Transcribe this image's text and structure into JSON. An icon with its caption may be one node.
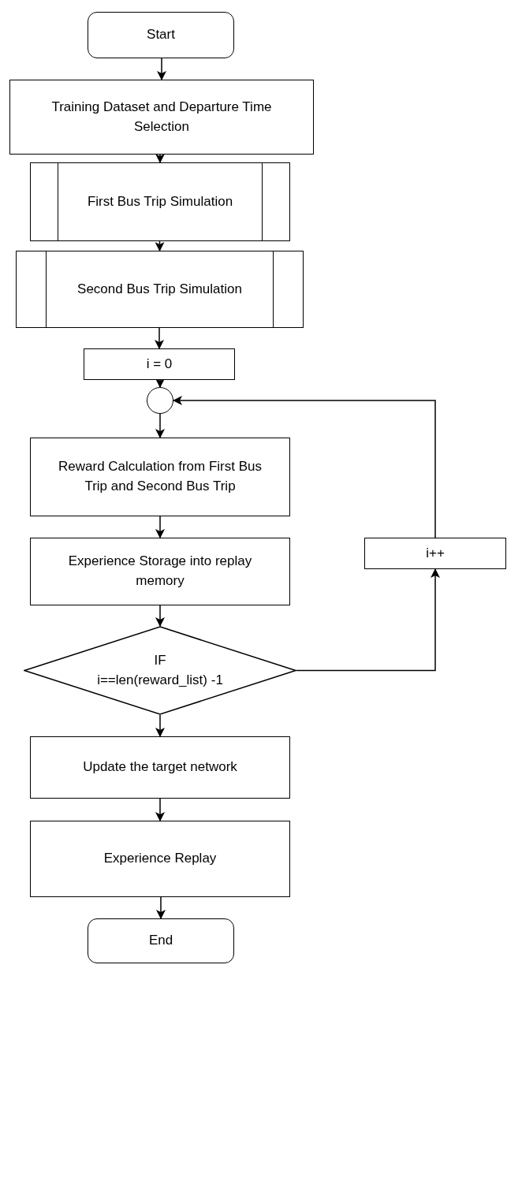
{
  "diagram": {
    "nodes": [
      {
        "text": [
          "Start"
        ]
      },
      {
        "text": [
          "Training Dataset and Departure Time Selection"
        ]
      },
      {
        "text": [
          "First Bus Trip Simulation"
        ]
      },
      {
        "text": [
          "Second Bus Trip Simulation"
        ]
      },
      {
        "text": [
          "i = 0"
        ]
      },
      {
        "text": [],
        "shape": "circle"
      },
      {
        "text": [
          "Reward Calculation from First Bus Trip and Second Bus Trip"
        ]
      },
      {
        "text": [
          "i++"
        ]
      },
      {
        "text": [
          "Experience Storage into replay memory"
        ]
      },
      {
        "text": [
          "IF",
          "i==len(reward_list) -1"
        ]
      },
      {
        "text": [
          "Update the target network"
        ]
      },
      {
        "text": [
          "Experience Replay"
        ]
      },
      {
        "text": [
          "End"
        ]
      }
    ],
    "edges": [
      {
        "from": 0,
        "to": 1,
        "arrow": "to"
      },
      {
        "from": 1,
        "to": 2,
        "arrow": "to"
      },
      {
        "from": 2,
        "to": 3,
        "arrow": "to"
      },
      {
        "from": 3,
        "to": 4,
        "arrow": "to"
      },
      {
        "from": 4,
        "to": 5,
        "arrow": "to"
      },
      {
        "from": 5,
        "to": 6,
        "arrow": "to"
      },
      {
        "from": 6,
        "to": 8,
        "arrow": "to"
      },
      {
        "from": 8,
        "to": 9,
        "arrow": "to"
      },
      {
        "from": 9,
        "to": 10,
        "arrow": "to"
      },
      {
        "from": 10,
        "to": 11,
        "arrow": "to"
      },
      {
        "from": 11,
        "to": 12,
        "arrow": "to"
      },
      {
        "from": 9,
        "to": 7,
        "arrow": "to"
      },
      {
        "from": 7,
        "to": 5,
        "arrow": "to"
      }
    ]
  }
}
